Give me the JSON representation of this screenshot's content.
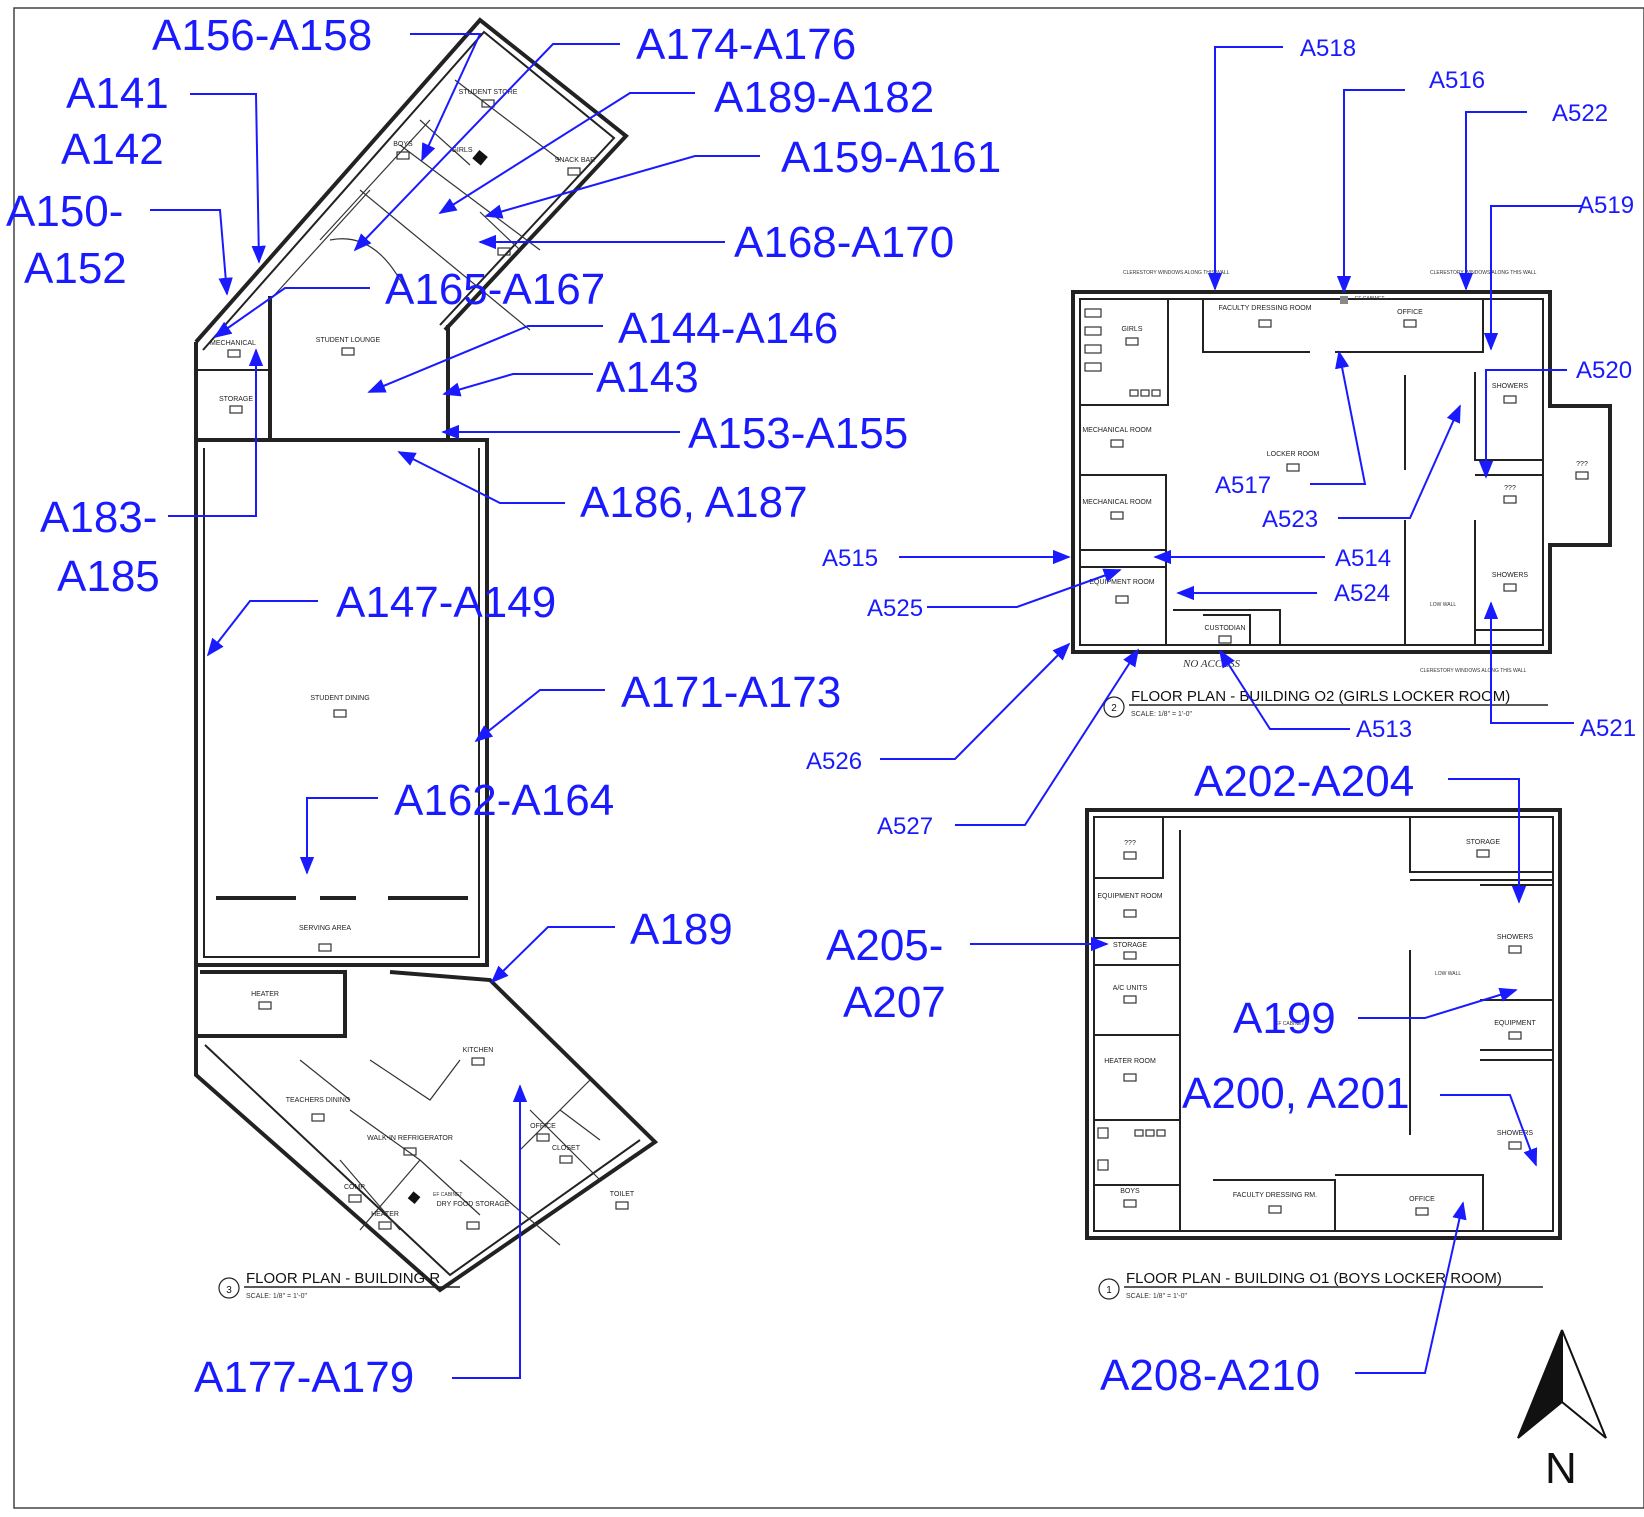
{
  "labels": {
    "a156": "A156-A158",
    "a174": "A174-A176",
    "a141": "A141",
    "a142": "A142",
    "a189_182": "A189-A182",
    "a159": "A159-A161",
    "a150_1": "A150-",
    "a150_2": "A152",
    "a168": "A168-A170",
    "a165": "A165-A167",
    "a144": "A144-A146",
    "a143": "A143",
    "a153": "A153-A155",
    "a183_1": "A183-",
    "a183_2": "A185",
    "a186": "A186, A187",
    "a147": "A147-A149",
    "a171": "A171-A173",
    "a162": "A162-A164",
    "a189": "A189",
    "a177": "A177-A179",
    "a518": "A518",
    "a516": "A516",
    "a522": "A522",
    "a519": "A519",
    "a520": "A520",
    "a517": "A517",
    "a523": "A523",
    "a515": "A515",
    "a514": "A514",
    "a524": "A524",
    "a525": "A525",
    "a526": "A526",
    "a513": "A513",
    "a521": "A521",
    "a527": "A527",
    "a202": "A202-A204",
    "a205_1": "A205-",
    "a205_2": "A207",
    "a199": "A199",
    "a200": "A200, A201",
    "a208": "A208-A210"
  },
  "plans": {
    "building_r": {
      "number": "3",
      "title": "FLOOR PLAN - BUILDING R",
      "scale": "SCALE: 1/8\" = 1'-0\""
    },
    "building_o2": {
      "number": "2",
      "title": "FLOOR PLAN - BUILDING O2 (GIRLS LOCKER ROOM)",
      "scale": "SCALE: 1/8\" = 1'-0\""
    },
    "building_o1": {
      "number": "1",
      "title": "FLOOR PLAN - BUILDING O1 (BOYS LOCKER ROOM)",
      "scale": "SCALE: 1/8\" = 1'-0\""
    }
  },
  "rooms_r": {
    "student_store": "STUDENT STORE",
    "boys": "BOYS",
    "girls": "GIRLS",
    "snack_bar": "SNACK BAR",
    "mechanical": "MECHANICAL",
    "student_lounge": "STUDENT LOUNGE",
    "storage": "STORAGE",
    "student_dining": "STUDENT DINING",
    "serving_area": "SERVING AREA",
    "heater": "HEATER",
    "kitchen": "KITCHEN",
    "teachers_dining": "TEACHERS DINING",
    "walk_in": "WALK-IN REFRIGERATOR",
    "office": "OFFICE",
    "closet": "CLOSET",
    "comp": "COMP.",
    "heater2": "HEATER",
    "dry_food": "DRY FOOD STORAGE",
    "toilet": "TOILET",
    "ef_cabinet": "EF CABINET"
  },
  "rooms_o2": {
    "faculty": "FACULTY DRESSING ROOM",
    "office": "OFFICE",
    "girls": "GIRLS",
    "mechanical1": "MECHANICAL ROOM",
    "mechanical2": "MECHANICAL ROOM",
    "locker": "LOCKER ROOM",
    "showers1": "SHOWERS",
    "showers2": "SHOWERS",
    "q1": "???",
    "q2": "???",
    "equipment": "EQUIPMENT ROOM",
    "custodian": "CUSTODIAN",
    "low_wall": "LOW WALL",
    "ef_cabinet": "EF CABINET",
    "no_access": "NO ACCESS",
    "clerestory": "CLERESTORY WINDOWS ALONG THIS WALL"
  },
  "rooms_o1": {
    "q": "???",
    "equipment": "EQUIPMENT ROOM",
    "storage1": "STORAGE",
    "ac_units": "A/C UNITS",
    "heater_room": "HEATER ROOM",
    "boys": "BOYS",
    "storage2": "STORAGE",
    "showers1": "SHOWERS",
    "low_wall": "LOW WALL",
    "equipment2": "EQUIPMENT",
    "showers2": "SHOWERS",
    "faculty": "FACULTY DRESSING RM.",
    "office": "OFFICE",
    "ef_cabinet": "EF CABINET"
  },
  "north": "N",
  "colors": {
    "label": "#1a1aff",
    "wall": "#222222"
  }
}
